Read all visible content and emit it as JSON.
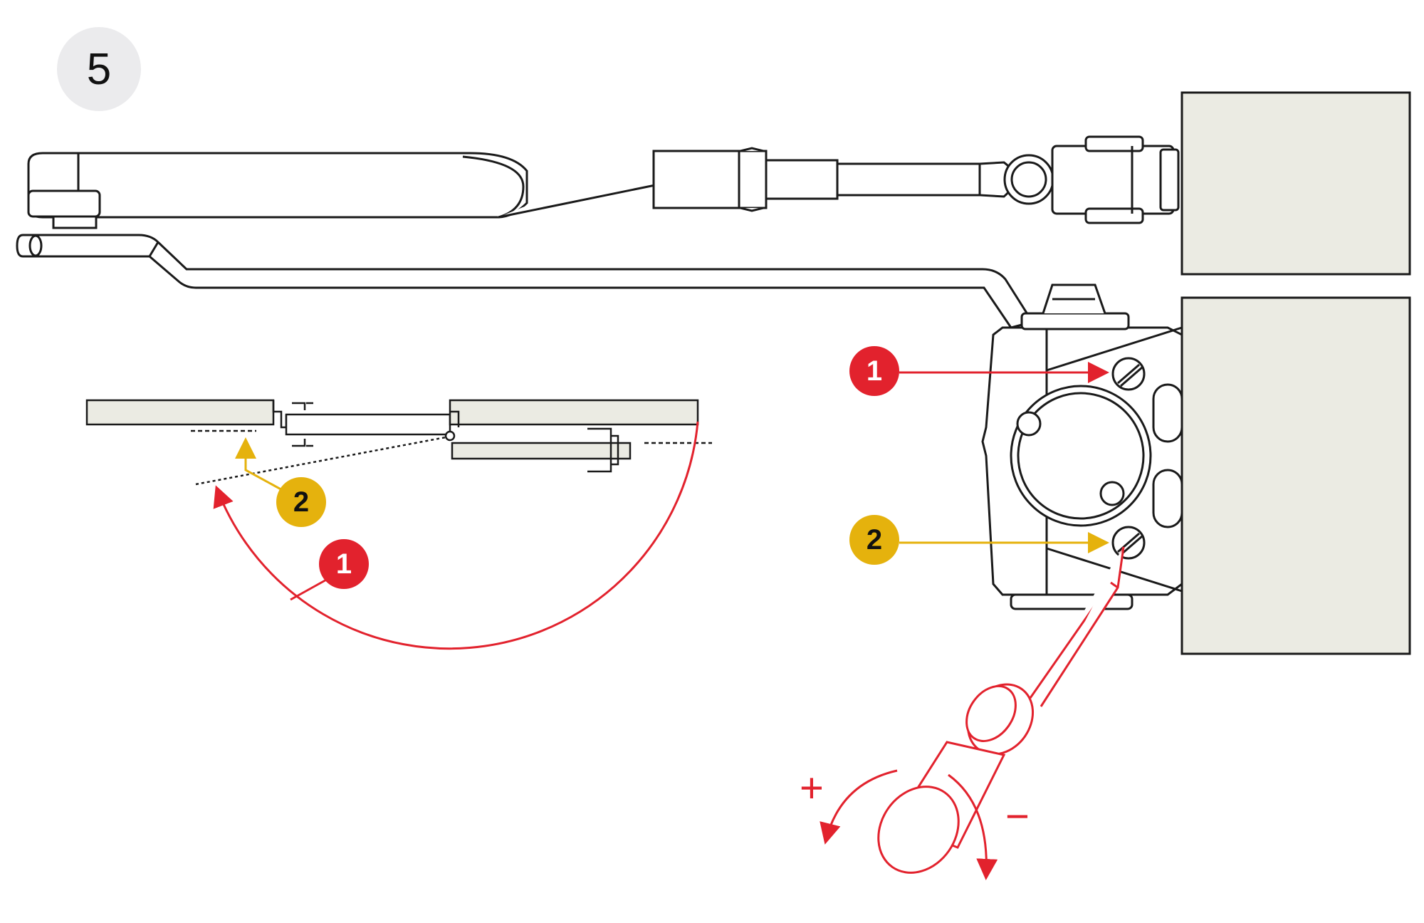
{
  "step": {
    "number": "5"
  },
  "callouts": {
    "speed_1": "1",
    "latch_2": "2"
  },
  "rotation": {
    "plus": "+",
    "minus": "−"
  },
  "colors": {
    "speed_accent": "#e2222d",
    "latch_accent": "#e5b20d",
    "outline": "#1a1a1a",
    "panel_fill": "#ebebe3",
    "badge_bg": "#ebebed"
  },
  "icons": {
    "closer": "door-closer-icon",
    "screwdriver": "screwdriver-icon",
    "rotation_arrow": "curved-arrow-icon"
  }
}
